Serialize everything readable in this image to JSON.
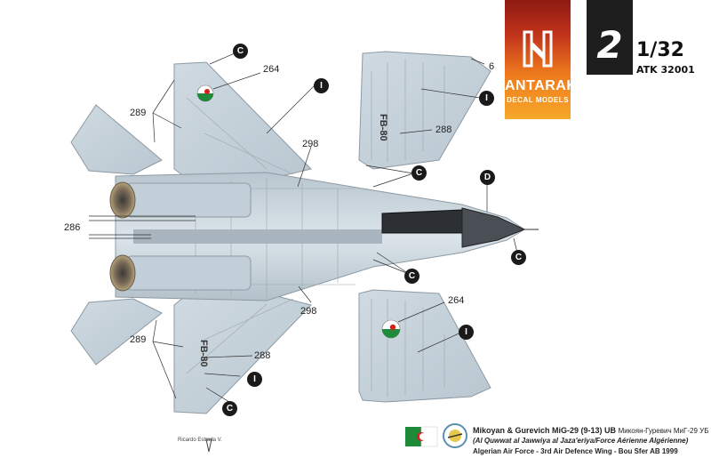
{
  "brand": {
    "name": "ANTARAKI",
    "subtitle": "DECAL MODELS"
  },
  "sheet": {
    "number": "2",
    "scale": "1/32",
    "kit_code": "ATK 32001"
  },
  "callouts": {
    "c264_top": "264",
    "c289_top": "289",
    "c298_top": "298",
    "c286": "286",
    "c298_bottom": "298",
    "c289_bottom": "289",
    "c288_bottom": "288",
    "c6": "6",
    "c288_right": "288",
    "c264_right": "264"
  },
  "markers": {
    "c_top_wing": "C",
    "i_top_wing": "I",
    "i_right_top": "I",
    "c_mid_top": "C",
    "d_nose": "D",
    "c_nose": "C",
    "c_mid_bottom": "C",
    "i_right_bottom": "I",
    "i_bottom_wing": "I",
    "c_bottom_wing": "C"
  },
  "serials": {
    "bottom_wing": "FB-80",
    "right_wing": "FB-80"
  },
  "caption": {
    "title": "Mikoyan & Gurevich MiG-29 (9-13) UB",
    "title_ru": "Микоян-Гуревич МиГ-29 УБ",
    "subtitle": "(Al Quwwat al Jawwiya al Jaza'eriya/Force Aérienne Algérienne)",
    "unit": "Algerian Air Force - 3rd Air Defence Wing - Bou Sfer AB 1999"
  },
  "artist": "Ricardo Estrada V.",
  "colors": {
    "airframe": "#c9d6df",
    "panel_line": "#8d9aa4",
    "nose": "#4a4f55",
    "brand_top": "#8e1a12",
    "brand_bottom": "#f7a82a"
  }
}
